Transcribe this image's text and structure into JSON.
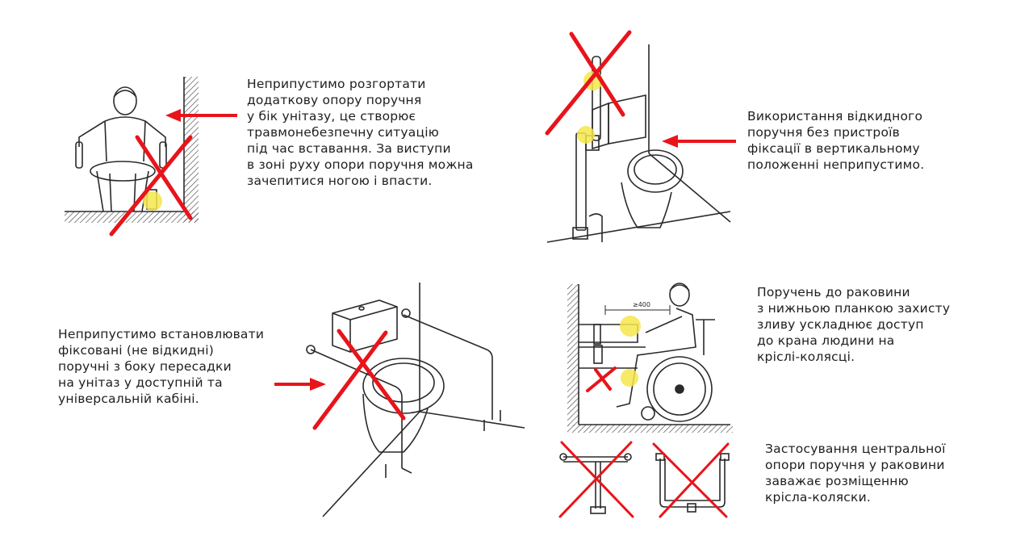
{
  "captions": {
    "top_left": "Неприпустимо розгортати\nдодаткову опору поручня\nу бік унітазу, це створює\nтравмонебезпечну ситуацію\nпід час вставання. За виступи\nв зоні руху опори поручня можна\nзачепитися ногою і впасти.",
    "top_right": "Використання відкидного\nпоручня без пристроїв\nфіксації в вертикальному\nположенні неприпустимо.",
    "mid_left": "Неприпустимо встановлювати\nфіксовані (не відкидні)\nпоручні з боку пересадки\nна унітаз у доступній та\nуніверсальній кабіні.",
    "mid_right": "Поручень до раковини\nз нижньою планкою захисту\nзливу ускладнює доступ\nдо крана людини на\nкріслі-колясці.",
    "bottom_right": "Застосування центральної\nопори поручня у раковини\nзаважає розміщенню\nкрісла-коляски."
  },
  "dimension_label": "≥400",
  "colors": {
    "cross": "#e8141b",
    "highlight": "#f5e64c",
    "line": "#2a2a2a",
    "text": "#1e1e1e"
  }
}
